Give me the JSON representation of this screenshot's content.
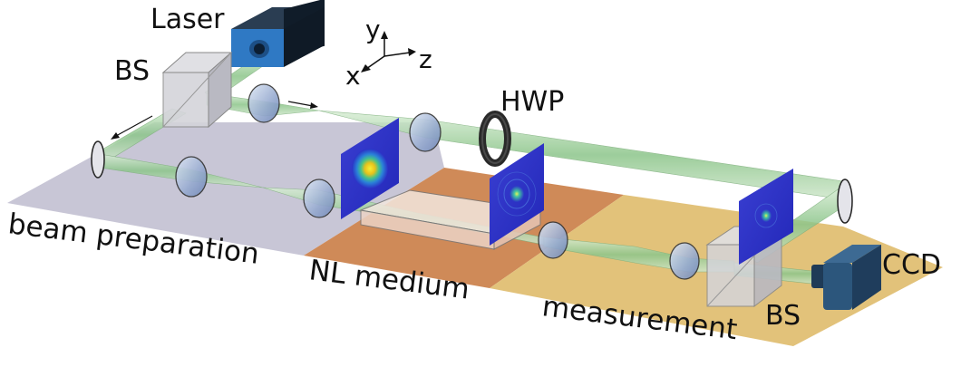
{
  "labels": {
    "laser": "Laser",
    "bs_top": "BS",
    "axis_y": "y",
    "axis_x": "x",
    "axis_z": "z",
    "hwp": "HWP",
    "ccd": "CCD",
    "bs_bottom": "BS",
    "region_1": "beam preparation",
    "region_2": "NL medium",
    "region_3": "measurement"
  },
  "colors": {
    "region_beam_preparation": "#c8c6d6",
    "region_nl_medium": "#cf8a58",
    "region_measurement": "#e2c27a",
    "laser_body": "#1b2b3c",
    "laser_face": "#2f79c4",
    "beam": "#a9d3a8",
    "optic": "#9fb4d6",
    "ccd": "#2c567c",
    "screen": "#2b34c8"
  }
}
